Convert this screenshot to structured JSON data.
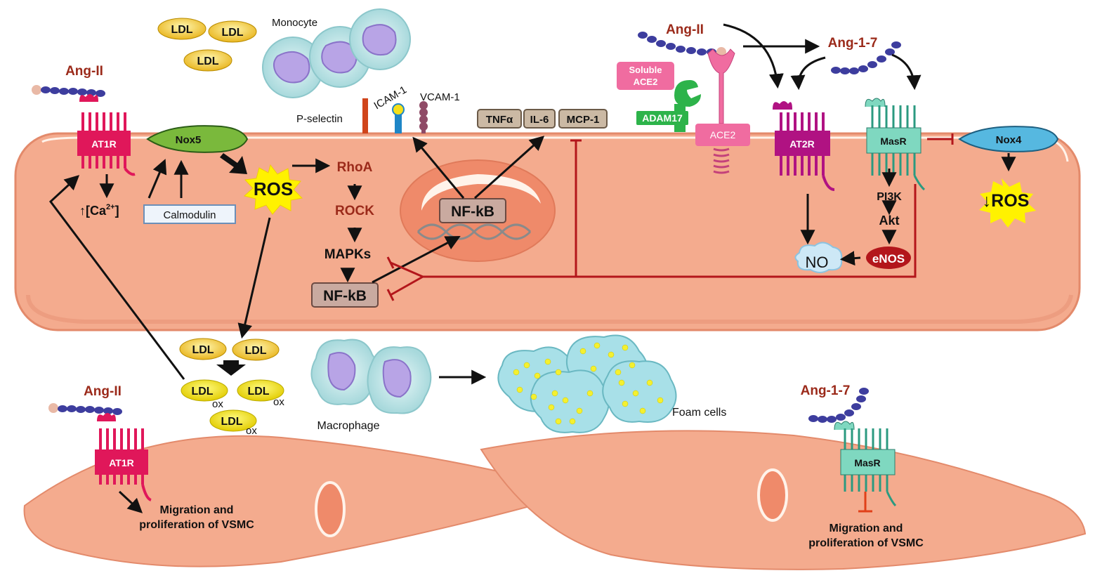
{
  "colors": {
    "cell_fill": "#f4ab8e",
    "cell_stroke": "#e38a6b",
    "nucleus": "#ef8a6a",
    "ang_text": "#9b2a1a",
    "inhibit_red": "#b3161b",
    "receptor_at1r": "#e0175a",
    "receptor_at2r": "#b01282",
    "receptor_masr": "#7fd8c0",
    "nox_green": "#7ab93c",
    "nox4_blue": "#56b8e0",
    "ros_yellow": "#fff200",
    "ldl_yellow": "#f6d23a",
    "adam17_green": "#2db34a",
    "ace2_pink": "#f06ca0",
    "enos_red": "#b3161b",
    "peptide_blue": "#3d3d9e"
  },
  "labels": {
    "ang2_left": "Ang-II",
    "ang2_top": "Ang-II",
    "ang17_top": "Ang-1-7",
    "ang2_bottom": "Ang-II",
    "ang17_bottom": "Ang-1-7",
    "monocyte": "Monocyte",
    "pselectin": "P-selectin",
    "icam": "ICAM-1",
    "vcam": "VCAM-1",
    "tnf": "TNFα",
    "il6": "IL-6",
    "mcp1": "MCP-1",
    "soluble_ace2_1": "Soluble",
    "soluble_ace2_2": "ACE2",
    "adam17": "ADAM17",
    "ace2": "ACE2",
    "at1r": "AT1R",
    "at1r_bottom": "AT1R",
    "at2r": "AT2R",
    "masr": "MasR",
    "masr_bottom": "MasR",
    "nox5": "Nox5",
    "nox4": "Nox4",
    "ros": "ROS",
    "ros_down": "↓ROS",
    "calcium": "↑[Ca",
    "calcium_sup": "2+",
    "calcium_end": "]",
    "calmodulin": "Calmodulin",
    "rhoa": "RhoA",
    "rock": "ROCK",
    "mapks": "MAPKs",
    "nfkb_nucleus": "NF-kB",
    "nfkb_cyto": "NF-kB",
    "pi3k": "PI3K",
    "akt": "Akt",
    "enos": "eNOS",
    "no": "NO",
    "ldl": "LDL",
    "ox": "ox",
    "macrophage": "Macrophage",
    "foam": "Foam cells",
    "migration_left_1": "Migration and",
    "migration_left_2": "proliferation of VSMC",
    "migration_right_1": "Migration and",
    "migration_right_2": "proliferation of VSMC"
  }
}
